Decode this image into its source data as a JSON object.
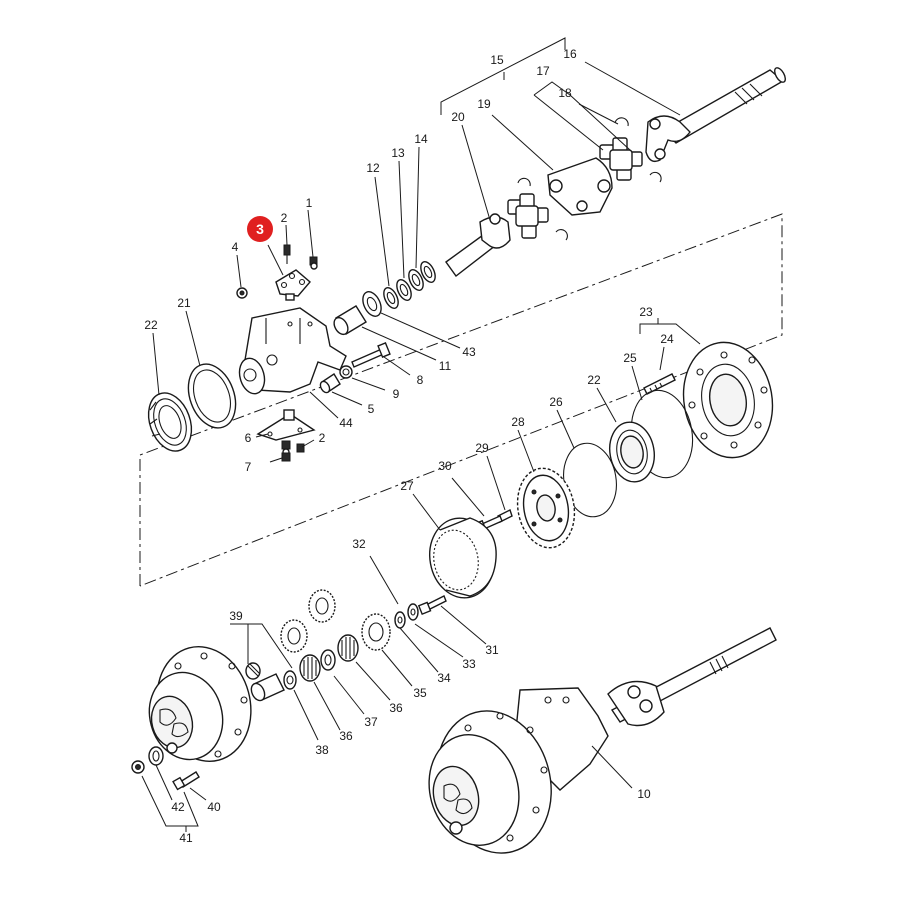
{
  "diagram": {
    "highlight": {
      "label": "3",
      "color": "#e02020"
    },
    "labels": [
      "1",
      "2",
      "4",
      "5",
      "6",
      "7",
      "8",
      "9",
      "10",
      "11",
      "12",
      "13",
      "14",
      "15",
      "16",
      "17",
      "18",
      "19",
      "20",
      "21",
      "22",
      "23",
      "24",
      "25",
      "26",
      "27",
      "28",
      "29",
      "30",
      "31",
      "32",
      "33",
      "34",
      "35",
      "36",
      "37",
      "38",
      "39",
      "40",
      "41",
      "42",
      "43",
      "44"
    ],
    "labels_dup": {
      "2b": "2",
      "22b": "22",
      "36b": "36"
    }
  }
}
